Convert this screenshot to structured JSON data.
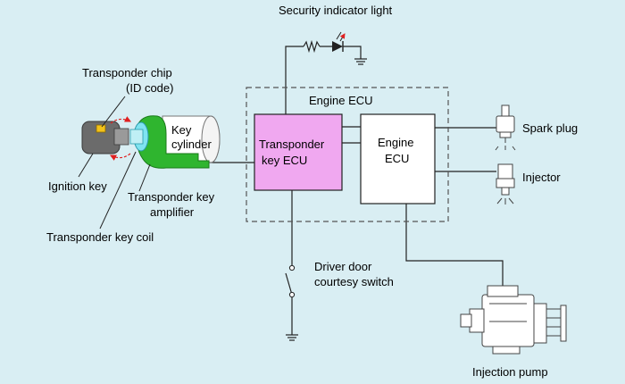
{
  "labels": {
    "security_light": "Security indicator light",
    "chip_line1": "Transponder chip",
    "chip_line2": "(ID code)",
    "engine_ecu_group": "Engine ECU",
    "key_cylinder_line1": "Key",
    "key_cylinder_line2": "cylinder",
    "transponder_ecu_line1": "Transponder",
    "transponder_ecu_line2": "key ECU",
    "engine_ecu_line1": "Engine",
    "engine_ecu_line2": "ECU",
    "spark_plug": "Spark plug",
    "injector": "Injector",
    "ignition_key": "Ignition key",
    "amplifier_line1": "Transponder key",
    "amplifier_line2": "amplifier",
    "key_coil": "Transponder key coil",
    "door_switch_line1": "Driver door",
    "door_switch_line2": "courtesy switch",
    "injection_pump": "Injection pump"
  },
  "colors": {
    "background": "#d9eef3",
    "transponder_ecu_fill": "#f0a8f0",
    "engine_ecu_fill": "#ffffff",
    "amplifier_green": "#2fb52f",
    "key_grey": "#6b6b6b",
    "chip_yellow": "#f2c21a",
    "coil_cyan": "#7fe3f0",
    "signal_red": "#e02020"
  }
}
